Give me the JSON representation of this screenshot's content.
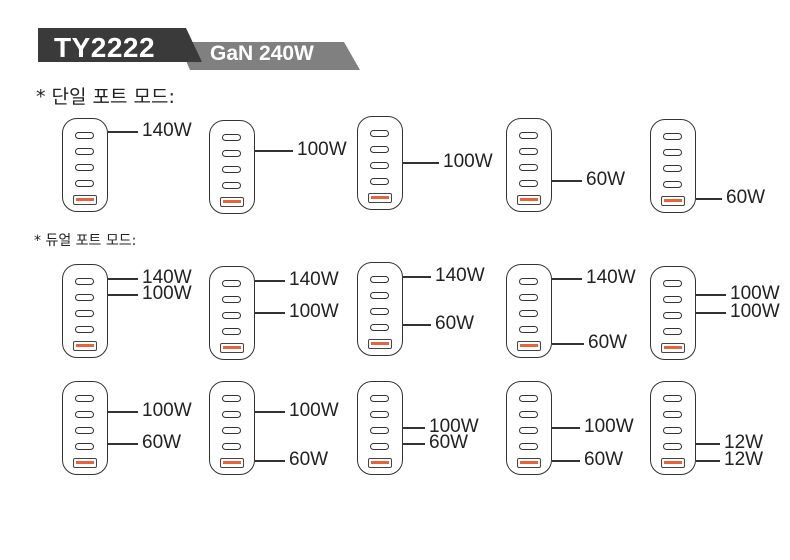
{
  "header": {
    "model": "TY2222",
    "spec": "GaN 240W",
    "colors": {
      "model_bg": "#3a3a3a",
      "spec_bg": "#808080"
    }
  },
  "sections": {
    "single": {
      "label": "* 단일 포트 모드:"
    },
    "dual": {
      "label": "* 듀얼 포트 모드:"
    }
  },
  "port_colors": {
    "usb_c_outline": "#333333",
    "usb_a_insert": "#e8623a"
  },
  "single_mode": [
    {
      "active_ports": [
        "C1"
      ],
      "labels": [
        "140W"
      ]
    },
    {
      "active_ports": [
        "C2"
      ],
      "labels": [
        "100W"
      ]
    },
    {
      "active_ports": [
        "C3"
      ],
      "labels": [
        "100W"
      ]
    },
    {
      "active_ports": [
        "C4"
      ],
      "labels": [
        "60W"
      ]
    },
    {
      "active_ports": [
        "A"
      ],
      "labels": [
        "60W"
      ]
    }
  ],
  "dual_mode": [
    {
      "active_ports": [
        "C1",
        "C2"
      ],
      "labels": [
        "140W",
        "100W"
      ]
    },
    {
      "active_ports": [
        "C1",
        "C3"
      ],
      "labels": [
        "140W",
        "100W"
      ]
    },
    {
      "active_ports": [
        "C1",
        "C4"
      ],
      "labels": [
        "140W",
        "60W"
      ]
    },
    {
      "active_ports": [
        "C1",
        "A"
      ],
      "labels": [
        "140W",
        "60W"
      ]
    },
    {
      "active_ports": [
        "C2",
        "C3"
      ],
      "labels": [
        "100W",
        "100W"
      ]
    },
    {
      "active_ports": [
        "C2",
        "C4"
      ],
      "labels": [
        "100W",
        "60W"
      ]
    },
    {
      "active_ports": [
        "C2",
        "A"
      ],
      "labels": [
        "100W",
        "60W"
      ]
    },
    {
      "active_ports": [
        "C3",
        "C4"
      ],
      "labels": [
        "100W",
        "60W"
      ]
    },
    {
      "active_ports": [
        "C3",
        "A"
      ],
      "labels": [
        "100W",
        "60W"
      ]
    },
    {
      "active_ports": [
        "C4",
        "A"
      ],
      "labels": [
        "12W",
        "12W"
      ]
    }
  ]
}
